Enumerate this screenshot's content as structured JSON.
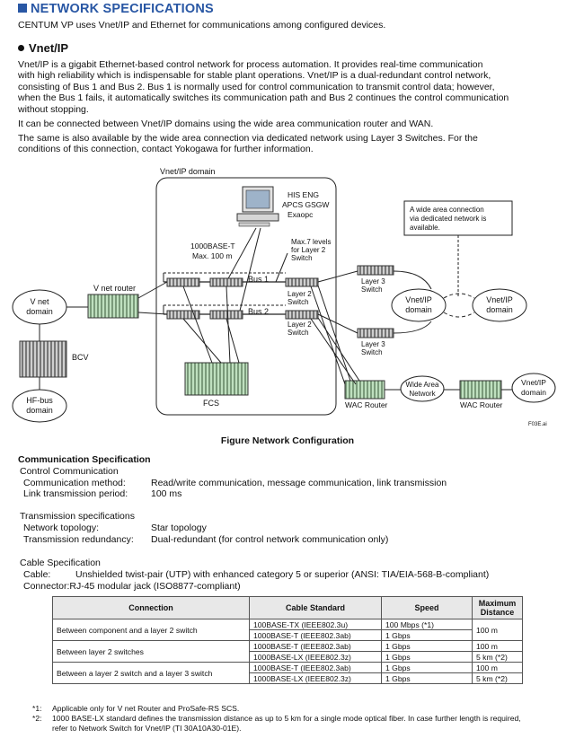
{
  "header": {
    "title": "NETWORK SPECIFICATIONS",
    "intro": "CENTUM VP uses Vnet/IP and Ethernet for communications among configured devices."
  },
  "vnet": {
    "heading": "Vnet/IP",
    "para1": [
      "Vnet/IP is a gigabit Ethernet-based control network for process automation.  It provides real-time communication",
      "with high reliability which is indispensable for stable plant operations.  Vnet/IP is a dual-redundant control network,",
      "consisting of Bus 1 and Bus 2.  Bus 1 is normally used for control communication to transmit control data; however,",
      "when the Bus 1 fails, it automatically switches its communication path and Bus 2 continues the control communication",
      "without stopping."
    ],
    "para2": "It can be connected between Vnet/IP domains using the wide area communication router and WAN.",
    "para3": [
      "The same is also available by the wide area connection via dedicated network using Layer 3 Switches.  For the",
      "conditions of this connection, contact Yokogawa for further information."
    ]
  },
  "diagram": {
    "domain_title": "Vnet/IP domain",
    "his_label": [
      "HIS ENG",
      "APCS GSGW",
      "Exaopc"
    ],
    "cable_label": [
      "1000BASE-T",
      "Max. 100 m"
    ],
    "max_levels": [
      "Max.7 levels",
      "for Layer 2",
      "Switch"
    ],
    "bus1": "Bus 1",
    "bus2": "Bus 2",
    "l2_switch": [
      "Layer 2",
      "Switch"
    ],
    "l3_switch": [
      "Layer 3",
      "Switch"
    ],
    "vnet_router": "V net router",
    "vnet_domain": [
      "V net",
      "domain"
    ],
    "bcv": "BCV",
    "hf_domain": [
      "HF-bus",
      "domain"
    ],
    "fcs": "FCS",
    "vnetip_domain": [
      "Vnet/IP",
      "domain"
    ],
    "wide_area": [
      "Wide Area",
      "Network"
    ],
    "wac_router": "WAC Router",
    "callout": [
      "A wide area connection",
      "via dedicated network is",
      "available."
    ],
    "file_id": "F03E.ai",
    "caption": "Figure  Network Configuration"
  },
  "comm_spec": {
    "title": "Communication Specification",
    "control": {
      "title": "Control Communication",
      "method_label": "Communication method:",
      "method_value": "Read/write communication, message communication, link transmission",
      "period_label": "Link transmission period:",
      "period_value": "100 ms"
    },
    "transmission": {
      "title": "Transmission specifications",
      "topology_label": "Network topology:",
      "topology_value": "Star topology",
      "redundancy_label": "Transmission redundancy:",
      "redundancy_value": "Dual-redundant (for control network communication only)"
    },
    "cable": {
      "title": "Cable Specification",
      "cable_label": "Cable:",
      "cable_value": "Unshielded twist-pair (UTP) with enhanced category 5 or superior (ANSI:  TIA/EIA-568-B-compliant)",
      "connector_label": "Connector:",
      "connector_value": "RJ-45 modular jack (ISO8877-compliant)"
    }
  },
  "table": {
    "headers": [
      "Connection",
      "Cable Standard",
      "Speed",
      "Maximum Distance"
    ],
    "groups": [
      {
        "connection": "Between component and a layer 2 switch",
        "rows": [
          {
            "standard": "100BASE-TX (IEEE802.3u)",
            "speed": "100 Mbps (*1)"
          },
          {
            "standard": "1000BASE-T (IEEE802.3ab)",
            "speed": "1 Gbps"
          }
        ],
        "distance_merged": "100 m"
      },
      {
        "connection": "Between layer 2 switches",
        "rows": [
          {
            "standard": "1000BASE-T (IEEE802.3ab)",
            "speed": "1 Gbps",
            "distance": "100 m"
          },
          {
            "standard": "1000BASE-LX (IEEE802.3z)",
            "speed": "1 Gbps",
            "distance": "5 km (*2)"
          }
        ]
      },
      {
        "connection": "Between a layer 2 switch and a layer 3 switch",
        "rows": [
          {
            "standard": "1000BASE-T (IEEE802.3ab)",
            "speed": "1 Gbps",
            "distance": "100 m"
          },
          {
            "standard": "1000BASE-LX (IEEE802.3z)",
            "speed": "1 Gbps",
            "distance": "5 km (*2)"
          }
        ]
      }
    ]
  },
  "notes": [
    {
      "key": "*1:",
      "text": "Applicable only for V net Router and ProSafe-RS SCS."
    },
    {
      "key": "*2:",
      "text": "1000 BASE-LX standard defines the transmission distance as up to 5 km for a single mode optical fiber.  In case further length is required, refer to Network Switch for Vnet/IP (TI 30A10A30-01E)."
    }
  ]
}
